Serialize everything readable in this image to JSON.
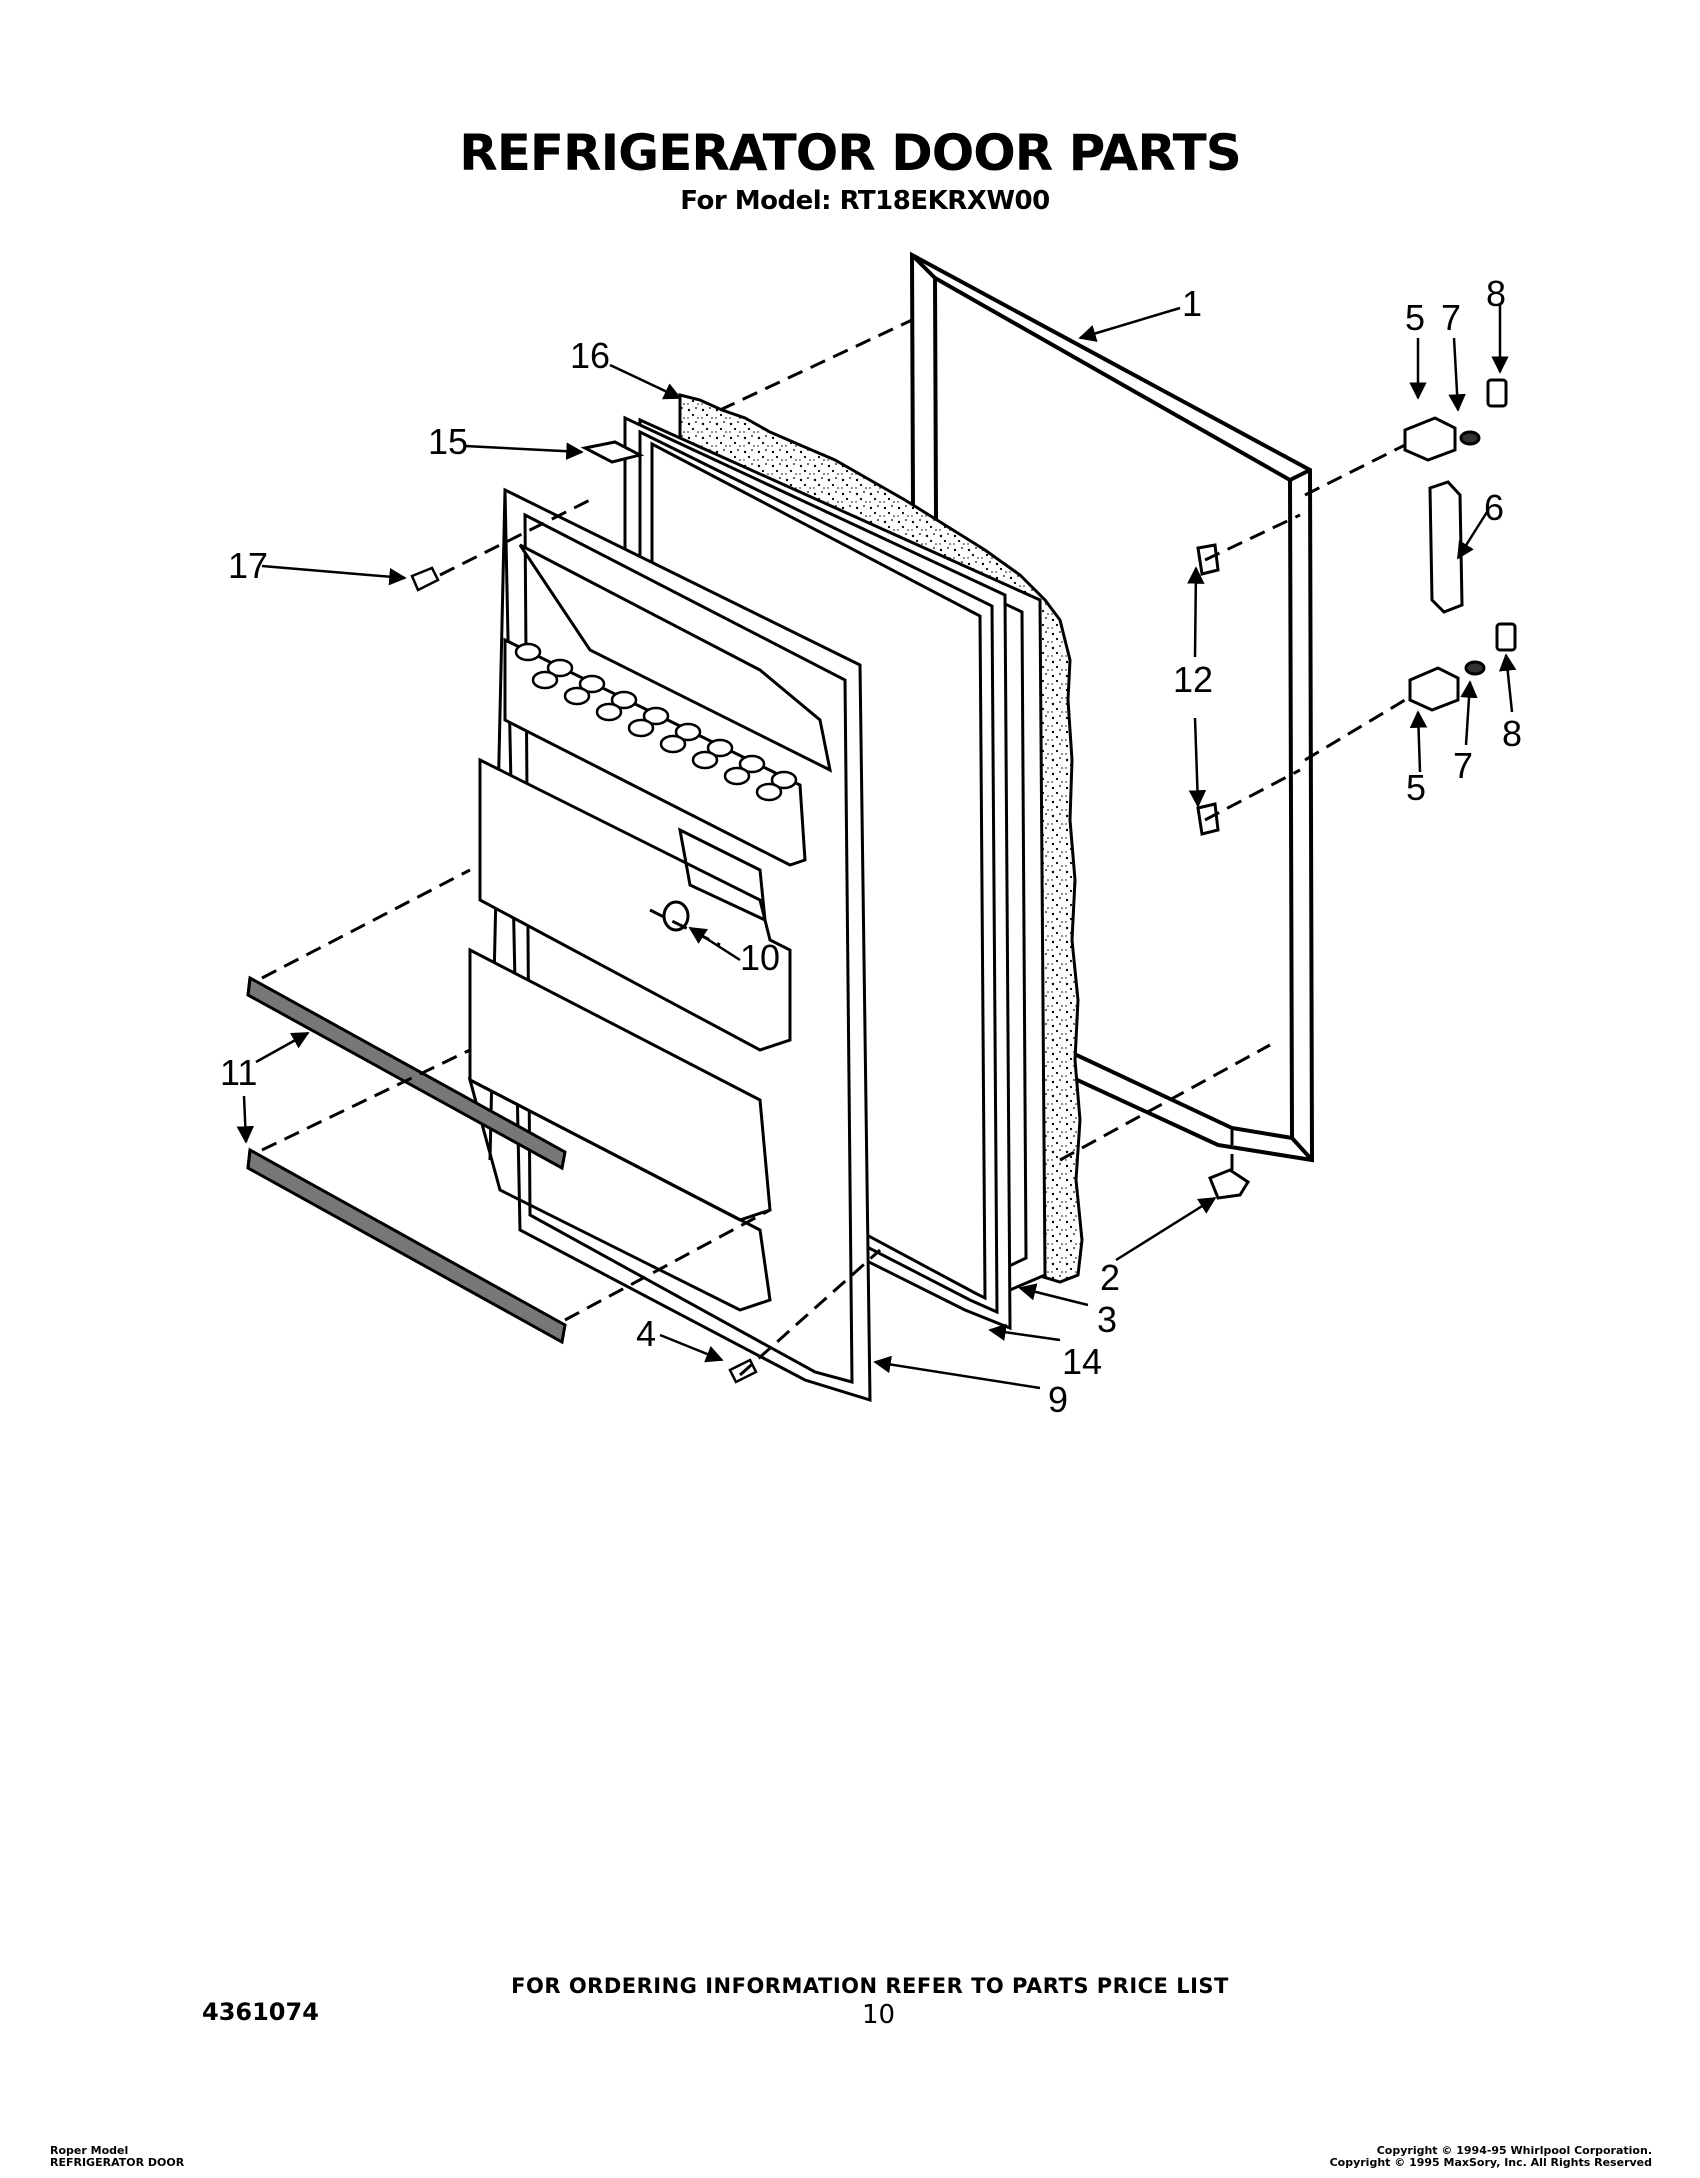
{
  "header": {
    "title": "REFRIGERATOR DOOR PARTS",
    "subtitle": "For Model: RT18EKRXW00"
  },
  "callouts": {
    "c1": "1",
    "c2": "2",
    "c3": "3",
    "c4": "4",
    "c5a": "5",
    "c5b": "5",
    "c6": "6",
    "c7a": "7",
    "c7b": "7",
    "c8a": "8",
    "c8b": "8",
    "c9": "9",
    "c10": "10",
    "c11": "11",
    "c12": "12",
    "c14": "14",
    "c15": "15",
    "c16": "16",
    "c17": "17"
  },
  "footer": {
    "ordering_note": "FOR ORDERING INFORMATION REFER TO PARTS PRICE LIST",
    "doc_number": "4361074",
    "page_number": "10",
    "bottom_left_line1": "Roper Model",
    "bottom_left_line2": "REFRIGERATOR DOOR",
    "copyright_line1": "Copyright © 1994-95 Whirlpool Corporation.",
    "copyright_line2": "Copyright © 1995 MaxSory, Inc.  All Rights Reserved"
  }
}
